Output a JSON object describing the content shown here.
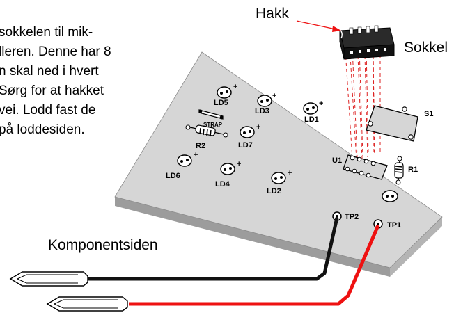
{
  "instruction_lines": [
    "sokkelen til mik-",
    "lleren. Denne har 8",
    "n skal ned i hvert",
    "Sørg for at hakket",
    "vei. Lodd fast de",
    "på loddesiden."
  ],
  "labels": {
    "hakk": "Hakk",
    "sokkel": "Sokkel",
    "komponentsiden": "Komponentsiden",
    "s1": "S1",
    "u1": "U1",
    "r1": "R1",
    "r2": "R2",
    "strap": "STRAP",
    "tp1": "TP1",
    "tp2": "TP2",
    "ld1": "LD1",
    "ld2": "LD2",
    "ld3": "LD3",
    "ld4": "LD4",
    "ld5": "LD5",
    "ld6": "LD6",
    "ld7": "LD7"
  },
  "colors": {
    "board": "#d6d6d6",
    "board_edge": "#a8a8a8",
    "wire_black": "#111111",
    "wire_red": "#ee1111",
    "arrow_red": "#ee1111",
    "dash_red": "#dd2222"
  }
}
